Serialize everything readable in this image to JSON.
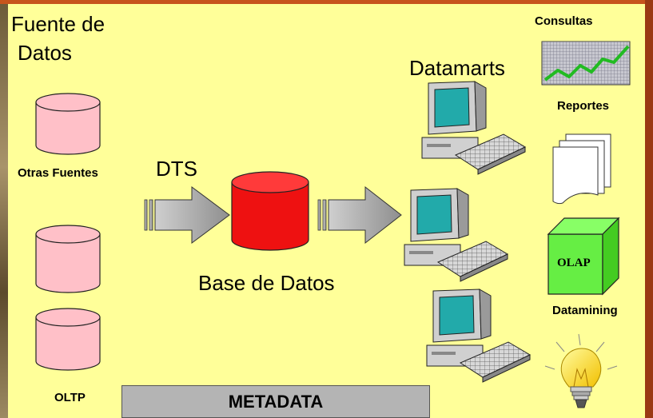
{
  "sources": {
    "title_line1": "Fuente de",
    "title_line2": "Datos",
    "other_label": "Otras Fuentes",
    "oltp_label": "OLTP"
  },
  "flow": {
    "dts_label": "DTS",
    "warehouse_label": "Base de Datos",
    "datamarts_label": "Datamarts"
  },
  "tools": {
    "queries_label": "Consultas",
    "reports_label": "Reportes",
    "olap_label": "OLAP",
    "datamining_label": "Datamining"
  },
  "metadata_label": "METADATA",
  "colors": {
    "slide_bg": "#ffff99",
    "source_db": "#ffc0c8",
    "warehouse_db": "#ee1111",
    "arrow_fill": "#b8b8b8",
    "olap_cube": "#66ee44",
    "monitor_screen": "#22aaaa",
    "chart_line": "#22bb22"
  }
}
